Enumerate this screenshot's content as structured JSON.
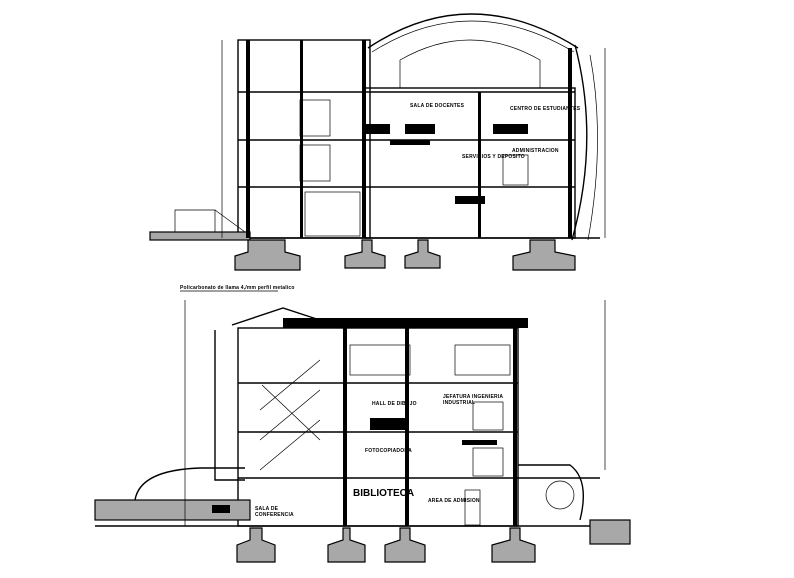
{
  "upper_section": {
    "rooms": [
      {
        "label": "SALA DE DOCENTES"
      },
      {
        "label": "CENTRO DE ESTUDIANTES"
      },
      {
        "label": "SERVICIOS Y DEPOSITO"
      },
      {
        "label": "ADMINISTRACION"
      }
    ]
  },
  "lower_section": {
    "roof_note": "Policarbonato de llama 4,/mm perfil metalico",
    "rooms": [
      {
        "label": "HALL DE DIBUJO"
      },
      {
        "label": "JEFATURA INGENIERIA"
      },
      {
        "label": "INDUSTRIAL"
      },
      {
        "label": "FOTOCOPIADORA"
      },
      {
        "label": "BIBLIOTECA"
      },
      {
        "label": "AREA DE ADMISION"
      },
      {
        "label": "SALA DE"
      },
      {
        "label": "CONFERENCIA"
      }
    ]
  },
  "colors": {
    "line": "#000000",
    "cut_fill": "#a8a8a8",
    "background": "#ffffff"
  }
}
